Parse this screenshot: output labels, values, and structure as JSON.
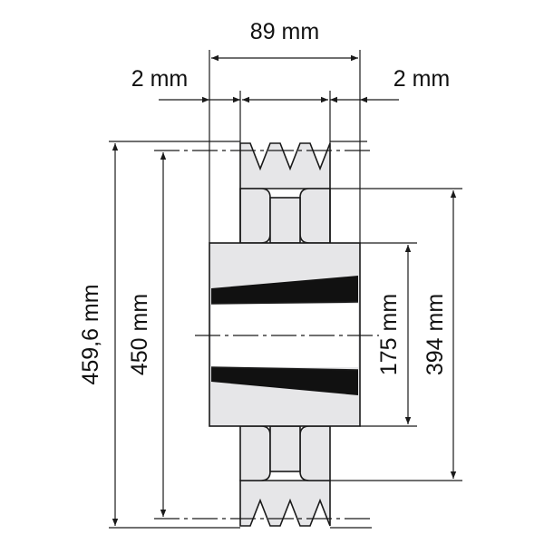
{
  "dimensions": {
    "top_width": "89 mm",
    "left_offset": "2 mm",
    "right_offset": "2 mm",
    "outer_diameter": "459,6 mm",
    "pitch_diameter": "450 mm",
    "hub_diameter": "175 mm",
    "web_diameter": "394 mm"
  },
  "colors": {
    "body_fill": "#e6e6e8",
    "line": "#1a1a1a",
    "keyway": "#111111"
  },
  "grooves_count": 3
}
